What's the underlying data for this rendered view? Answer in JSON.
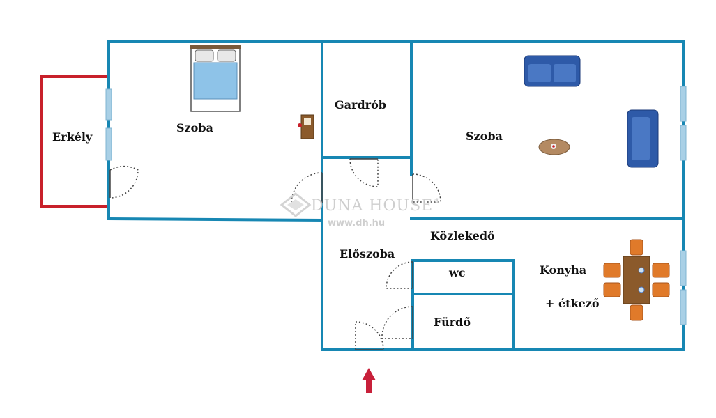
{
  "rooms": {
    "erkely": "Erkély",
    "szoba_left": "Szoba",
    "gardrob": "Gardrób",
    "szoba_right": "Szoba",
    "kozlekedo": "Közlekedő",
    "eloszoba": "Előszoba",
    "wc": "wc",
    "konyha": "Konyha",
    "etkezo": "+ étkező",
    "furdo": "Fürdő"
  },
  "watermark": {
    "brand": "DUNA HOUSE",
    "registered": "®",
    "url": "www.dh.hu"
  },
  "colors": {
    "wall": "#1787b3",
    "balcony": "#c8202a",
    "entrance_arrow": "#c8203a",
    "sofa": "#2e5aa8",
    "bed_sheet": "#8ec3e8",
    "chair": "#e07a2a",
    "table": "#8b5a2b",
    "window": "#a9d0e6"
  },
  "icons": [
    "bed-icon",
    "sofa-icon",
    "armchair-icon",
    "dining-table-icon",
    "rug-icon",
    "desk-icon",
    "entrance-arrow-icon",
    "duna-house-logo-icon"
  ]
}
